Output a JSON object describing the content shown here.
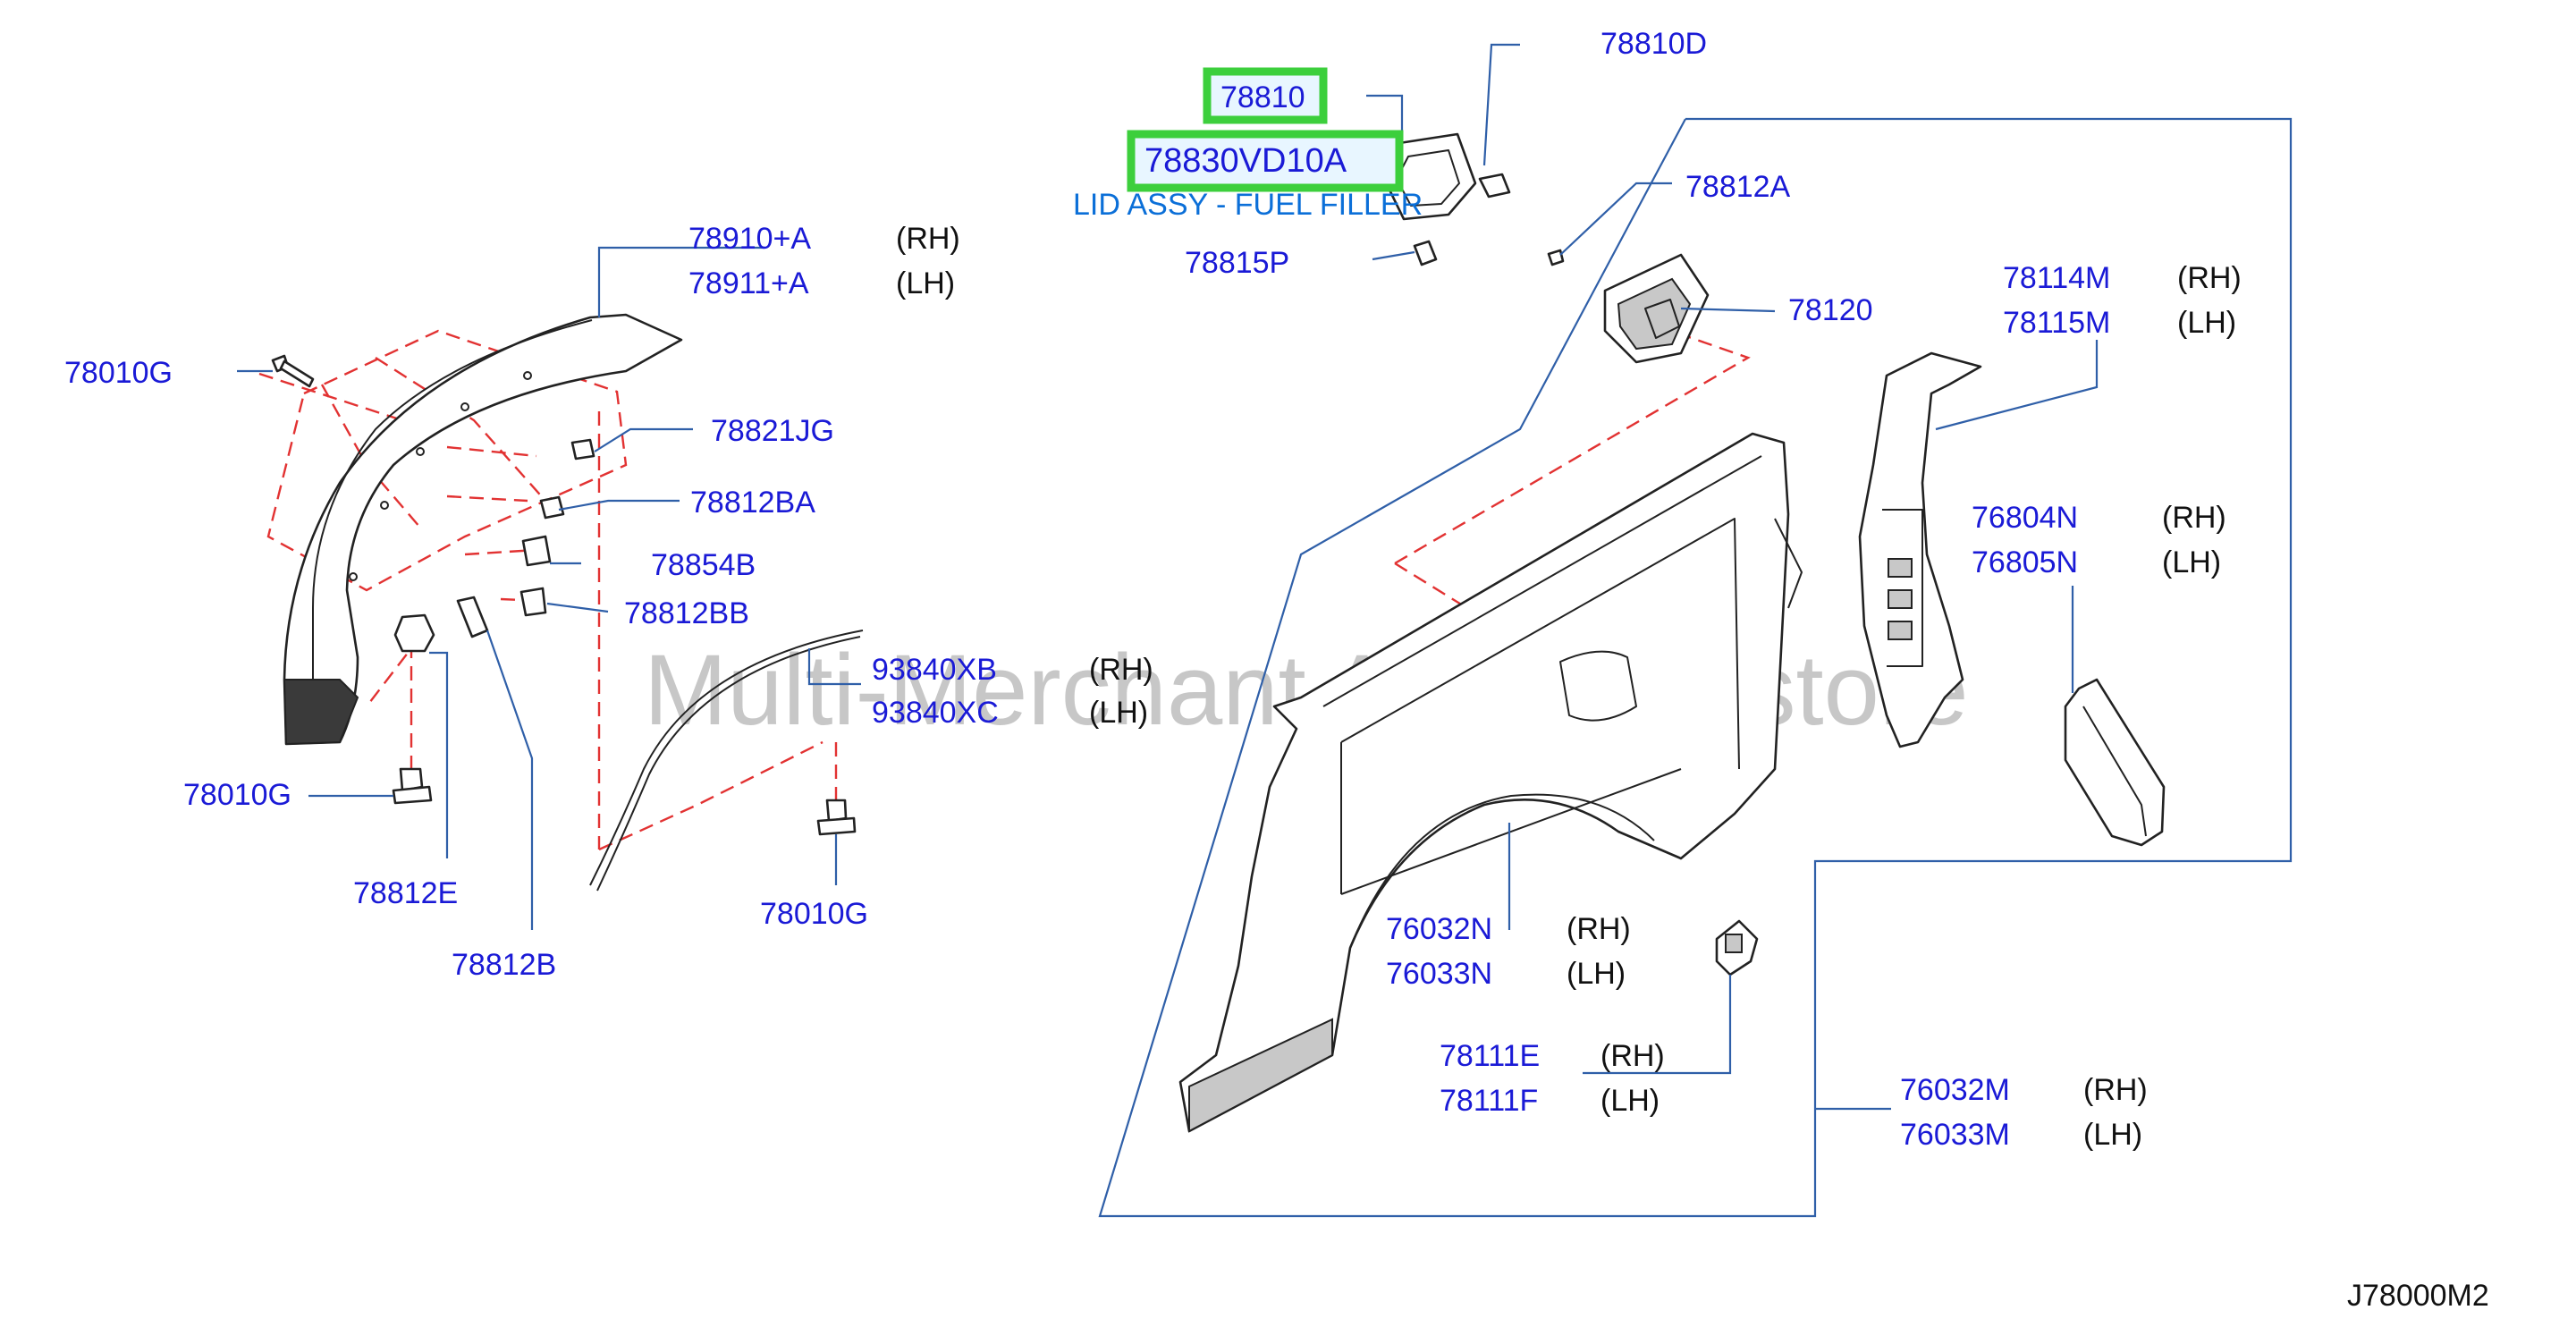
{
  "diagram": {
    "watermark": "Multi-Merchant Auto Partstore",
    "diagram_code": "J78000M2",
    "callout_title": "LID ASSY - FUEL FILLER",
    "highlighted": [
      "78810",
      "78830VD10A"
    ],
    "parts": [
      {
        "number": "78810D",
        "side": ""
      },
      {
        "number": "78810",
        "side": ""
      },
      {
        "number": "78830VD10A",
        "side": ""
      },
      {
        "number": "78815P",
        "side": ""
      },
      {
        "number": "78812A",
        "side": ""
      },
      {
        "number": "78120",
        "side": ""
      },
      {
        "number": "78114M",
        "side": "(RH)"
      },
      {
        "number": "78115M",
        "side": "(LH)"
      },
      {
        "number": "76804N",
        "side": "(RH)"
      },
      {
        "number": "76805N",
        "side": "(LH)"
      },
      {
        "number": "78910+A",
        "side": "(RH)"
      },
      {
        "number": "78911+A",
        "side": "(LH)"
      },
      {
        "number": "78010G",
        "side": ""
      },
      {
        "number": "78821JG",
        "side": ""
      },
      {
        "number": "78812BA",
        "side": ""
      },
      {
        "number": "78854B",
        "side": ""
      },
      {
        "number": "78812BB",
        "side": ""
      },
      {
        "number": "93840XB",
        "side": "(RH)"
      },
      {
        "number": "93840XC",
        "side": "(LH)"
      },
      {
        "number": "78010G",
        "side": ""
      },
      {
        "number": "78812E",
        "side": ""
      },
      {
        "number": "78812B",
        "side": ""
      },
      {
        "number": "78010G",
        "side": ""
      },
      {
        "number": "76032N",
        "side": "(RH)"
      },
      {
        "number": "76033N",
        "side": "(LH)"
      },
      {
        "number": "78111E",
        "side": "(RH)"
      },
      {
        "number": "78111F",
        "side": "(LH)"
      },
      {
        "number": "76032M",
        "side": "(RH)"
      },
      {
        "number": "76033M",
        "side": "(LH)"
      }
    ]
  }
}
